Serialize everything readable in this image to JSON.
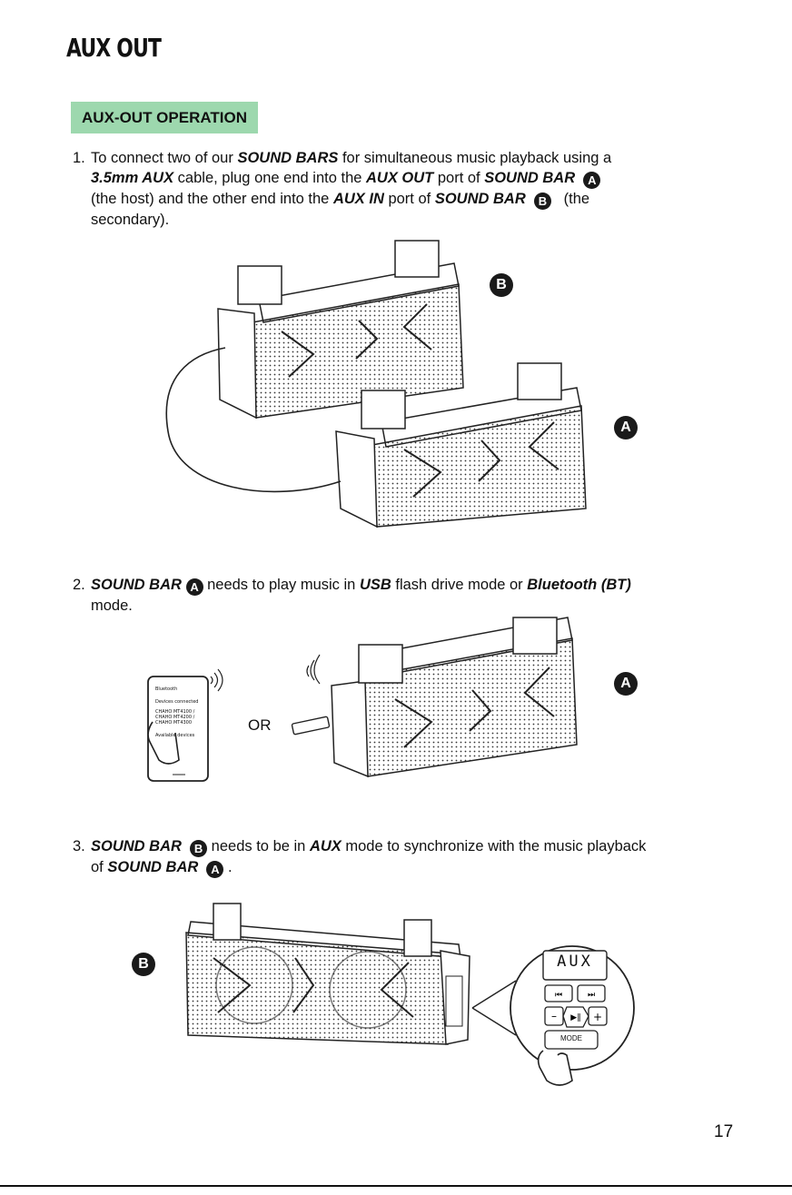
{
  "header": {
    "title": "AUX OUT"
  },
  "section": {
    "tag": "AUX-OUT OPERATION"
  },
  "step1": {
    "num": "1.",
    "t1": "To connect two of our ",
    "b1": "SOUND BARS",
    "t2": " for simultaneous music playback using a",
    "b2": "3.5mm AUX",
    "t3": " cable, plug one end into the ",
    "b3": "AUX OUT",
    "t4": " port of ",
    "b4": "SOUND BAR",
    "badgeA": "A",
    "t5": "(the host) and the other end into the ",
    "b5": "AUX IN",
    "t6": " port of ",
    "b6": "SOUND BAR",
    "badgeB": "B",
    "t7": "(the",
    "t8": "secondary)."
  },
  "step2": {
    "num": "2.",
    "b1": "SOUND BAR",
    "badgeA": "A",
    "t1": " needs to play music in ",
    "b2": "USB",
    "t2": " flash drive mode or ",
    "b3": "Bluetooth (BT)",
    "t3": "mode."
  },
  "step3": {
    "num": "3.",
    "b1": "SOUND BAR",
    "badgeB": "B",
    "t1": " needs to be in ",
    "b2": "AUX",
    "t2": " mode to synchronize with the music playback",
    "t3": "of ",
    "b3": "SOUND BAR",
    "badgeA": "A",
    "t4": "."
  },
  "figure_labels": {
    "bar_b": "B",
    "bar_a": "A",
    "bar_a2": "A",
    "bar_b3": "B",
    "or": "OR",
    "display": "AUX",
    "mode": "MODE"
  },
  "phone": {
    "header": "Bluetooth",
    "connected": "Devices connected",
    "devices": [
      "CHAHO MT4100 /",
      "CHAHO MT4200 /",
      "CHAHO MT4300"
    ],
    "available": "Available devices"
  },
  "page": {
    "number": "17"
  },
  "colors": {
    "tag_bg": "#9dd8ae",
    "ink": "#1a1a1a"
  }
}
